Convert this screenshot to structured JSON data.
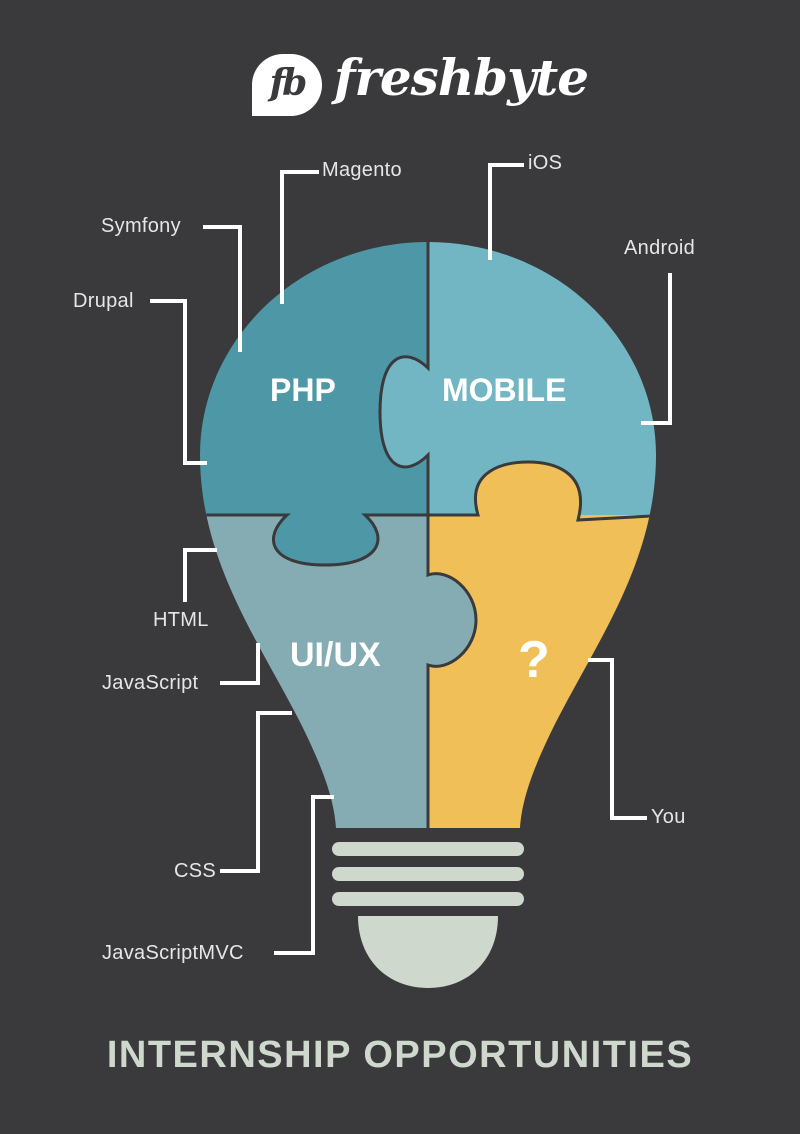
{
  "brand": {
    "mark": "fb",
    "name": "freshbyte"
  },
  "pieces": {
    "php": "PHP",
    "mobile": "MOBILE",
    "uiux": "UI/UX",
    "unknown": "?"
  },
  "labels": {
    "magento": "Magento",
    "ios": "iOS",
    "symfony": "Symfony",
    "android": "Android",
    "drupal": "Drupal",
    "html": "HTML",
    "javascript": "JavaScript",
    "css": "CSS",
    "javascriptmvc": "JavaScriptMVC",
    "you": "You"
  },
  "footer": "INTERNSHIP OPPORTUNITIES",
  "colors": {
    "background": "#3a3a3d",
    "php": "#4d97a6",
    "mobile": "#72b6c4",
    "uiux": "#86acb3",
    "unknown": "#f0bf57",
    "base": "#cfd8cc",
    "text": "#e6e6e6"
  }
}
